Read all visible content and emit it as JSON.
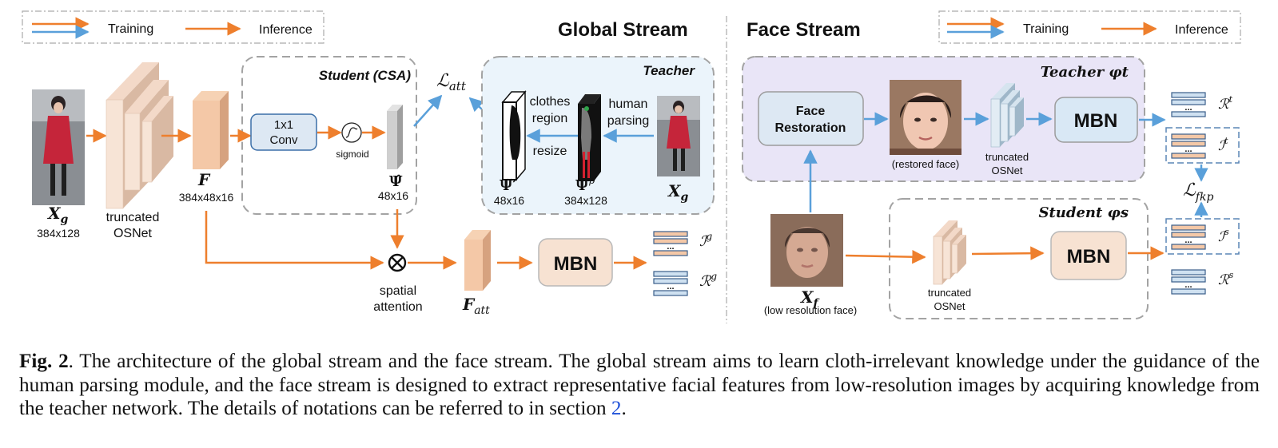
{
  "colors": {
    "train_arrow": "#5aa0da",
    "infer_arrow": "#ee7f2d",
    "teacher_global_bg": "#ebf4fb",
    "teacher_face_bg": "#e9e5f7",
    "mbn_global": "#f7e2d2",
    "mbn_face_teacher": "#d9e8f5",
    "face_restoration": "#dde8f3",
    "dashed_border": "#a3a3a3"
  },
  "legend": {
    "training": "Training",
    "inference": "Inference"
  },
  "global": {
    "title": "Global Stream",
    "student_title": "Student (CSA)",
    "teacher_title": "Teacher",
    "input_var": "Xg",
    "input_dim": "384x128",
    "backbone_label": [
      "truncated",
      "OSNet"
    ],
    "feature_var": "F",
    "feature_dim": "384x48x16",
    "conv_label": [
      "1x1",
      "Conv"
    ],
    "sigmoid_label": "sigmoid",
    "psi_hat_dim": "48x16",
    "loss_att": "L_att",
    "clothes_region": [
      "clothes",
      "region"
    ],
    "human_parsing": [
      "human",
      "parsing"
    ],
    "resize_label": "resize",
    "psi_tilde_dim": "48x16",
    "psi_p_dim": "384x128",
    "teacher_input_var": "Xg",
    "spatial_attention": [
      "spatial",
      "attention"
    ],
    "f_att_var": "F_att",
    "mbn": "MBN",
    "out_i": "I^g",
    "out_r": "R^g"
  },
  "face": {
    "title": "Face Stream",
    "teacher_title": "Teacher φt",
    "student_title": "Student φs",
    "face_restoration": [
      "Face",
      "Restoration"
    ],
    "restored_face": "(restored face)",
    "teacher_backbone": [
      "truncated",
      "OSNet"
    ],
    "student_backbone": [
      "truncated",
      "OSNet"
    ],
    "mbn_teacher": "MBN",
    "mbn_student": "MBN",
    "input_var": "Xf",
    "input_label": "(low resolution face)",
    "out_rt": "R^t",
    "out_it": "I^t",
    "loss_fkp": "L_fkp",
    "out_is": "I^s",
    "out_rs": "R^s"
  },
  "caption": {
    "fig": "Fig. 2",
    "text": ". The architecture of the global stream and the face stream. The global stream aims to learn cloth-irrelevant knowledge under the guidance of the human parsing module, and the face stream is designed to extract representative facial features from low-resolution images by acquiring knowledge from the teacher network. The details of notations can be referred to in section ",
    "section_ref": "2",
    "end": "."
  }
}
